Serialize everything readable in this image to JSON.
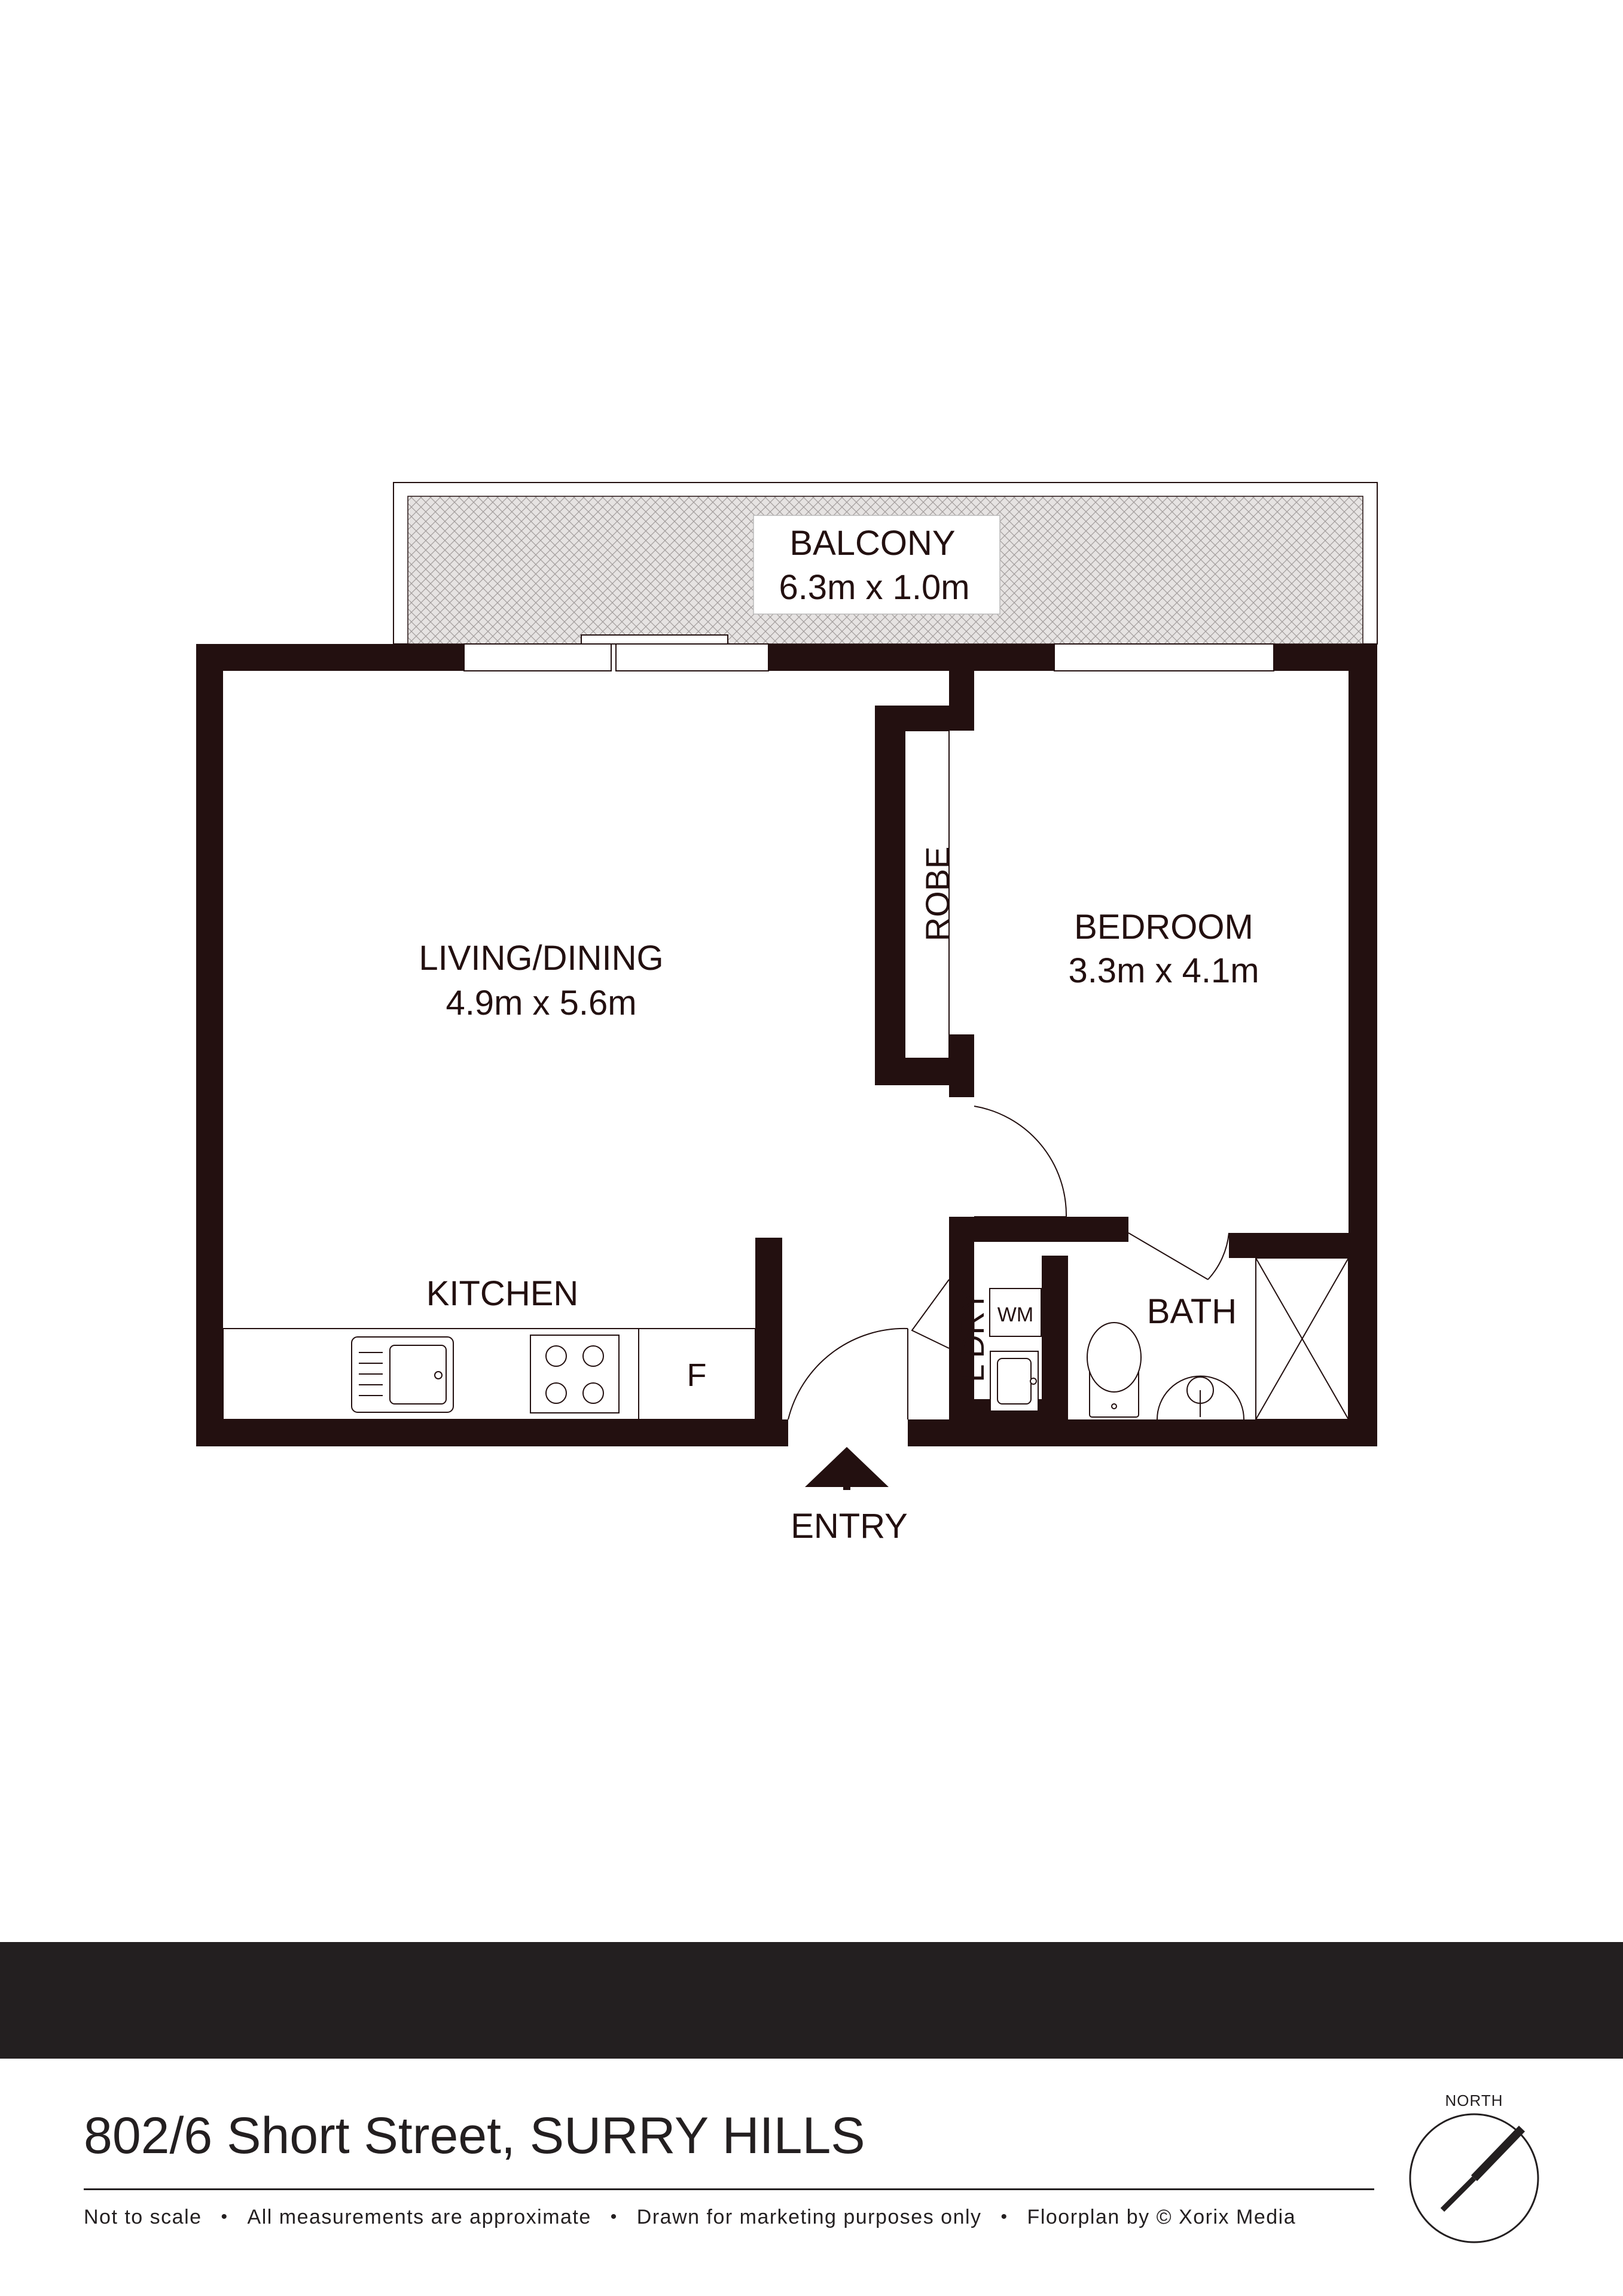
{
  "rooms": {
    "balcony": {
      "name": "BALCONY",
      "size": "6.3m x 1.0m"
    },
    "living": {
      "name": "LIVING/DINING",
      "size": "4.9m x 5.6m"
    },
    "bedroom": {
      "name": "BEDROOM",
      "size": "3.3m x 4.1m"
    },
    "robe": {
      "name": "ROBE"
    },
    "kitchen": {
      "name": "KITCHEN"
    },
    "bath": {
      "name": "BATH"
    },
    "laundry": {
      "name": "L'DRY"
    }
  },
  "fixtures": {
    "fridge": "F",
    "washing_machine": "WM"
  },
  "entry": "ENTRY",
  "footer": {
    "address": "802/6 Short Street, SURRY HILLS",
    "notes": [
      "Not to scale",
      "All measurements are approximate",
      "Drawn for marketing purposes only",
      "Floorplan by © Xorix Media"
    ],
    "north_label": "NORTH"
  },
  "colors": {
    "wall": "#231010",
    "band": "#231f20",
    "background": "#ffffff"
  }
}
